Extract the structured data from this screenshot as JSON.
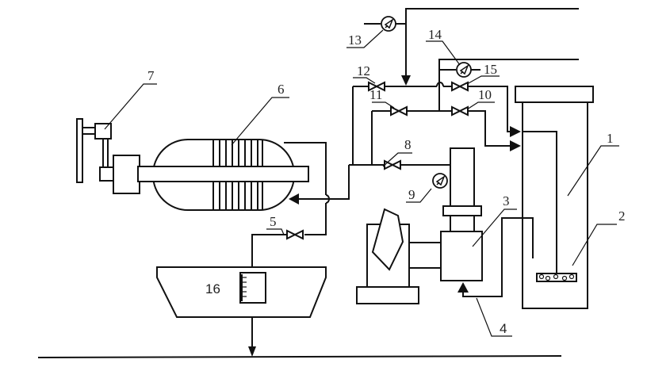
{
  "diagram": {
    "type": "process-schematic",
    "colors": {
      "line": "#111111",
      "background": "#ffffff"
    },
    "labels": {
      "l1": "1",
      "l2": "2",
      "l3": "3",
      "l4": "4",
      "l5": "5",
      "l6": "6",
      "l7": "7",
      "l8": "8",
      "l9": "9",
      "l10": "10",
      "l11": "11",
      "l12": "12",
      "l13": "13",
      "l14": "14",
      "l15": "15",
      "l16": "16"
    },
    "components": [
      {
        "id": "1",
        "kind": "tank"
      },
      {
        "id": "2",
        "kind": "aerator"
      },
      {
        "id": "3",
        "kind": "pump-housing"
      },
      {
        "id": "4",
        "kind": "collection-basin"
      },
      {
        "id": "5",
        "kind": "valve"
      },
      {
        "id": "6",
        "kind": "vessel-with-fins"
      },
      {
        "id": "7",
        "kind": "motor"
      },
      {
        "id": "8",
        "kind": "valve"
      },
      {
        "id": "9",
        "kind": "pressure-gauge"
      },
      {
        "id": "10",
        "kind": "valve"
      },
      {
        "id": "11",
        "kind": "valve"
      },
      {
        "id": "12",
        "kind": "valve"
      },
      {
        "id": "13",
        "kind": "pressure-gauge"
      },
      {
        "id": "14",
        "kind": "pressure-gauge"
      },
      {
        "id": "15",
        "kind": "valve"
      },
      {
        "id": "16",
        "kind": "flow-meter"
      }
    ]
  }
}
